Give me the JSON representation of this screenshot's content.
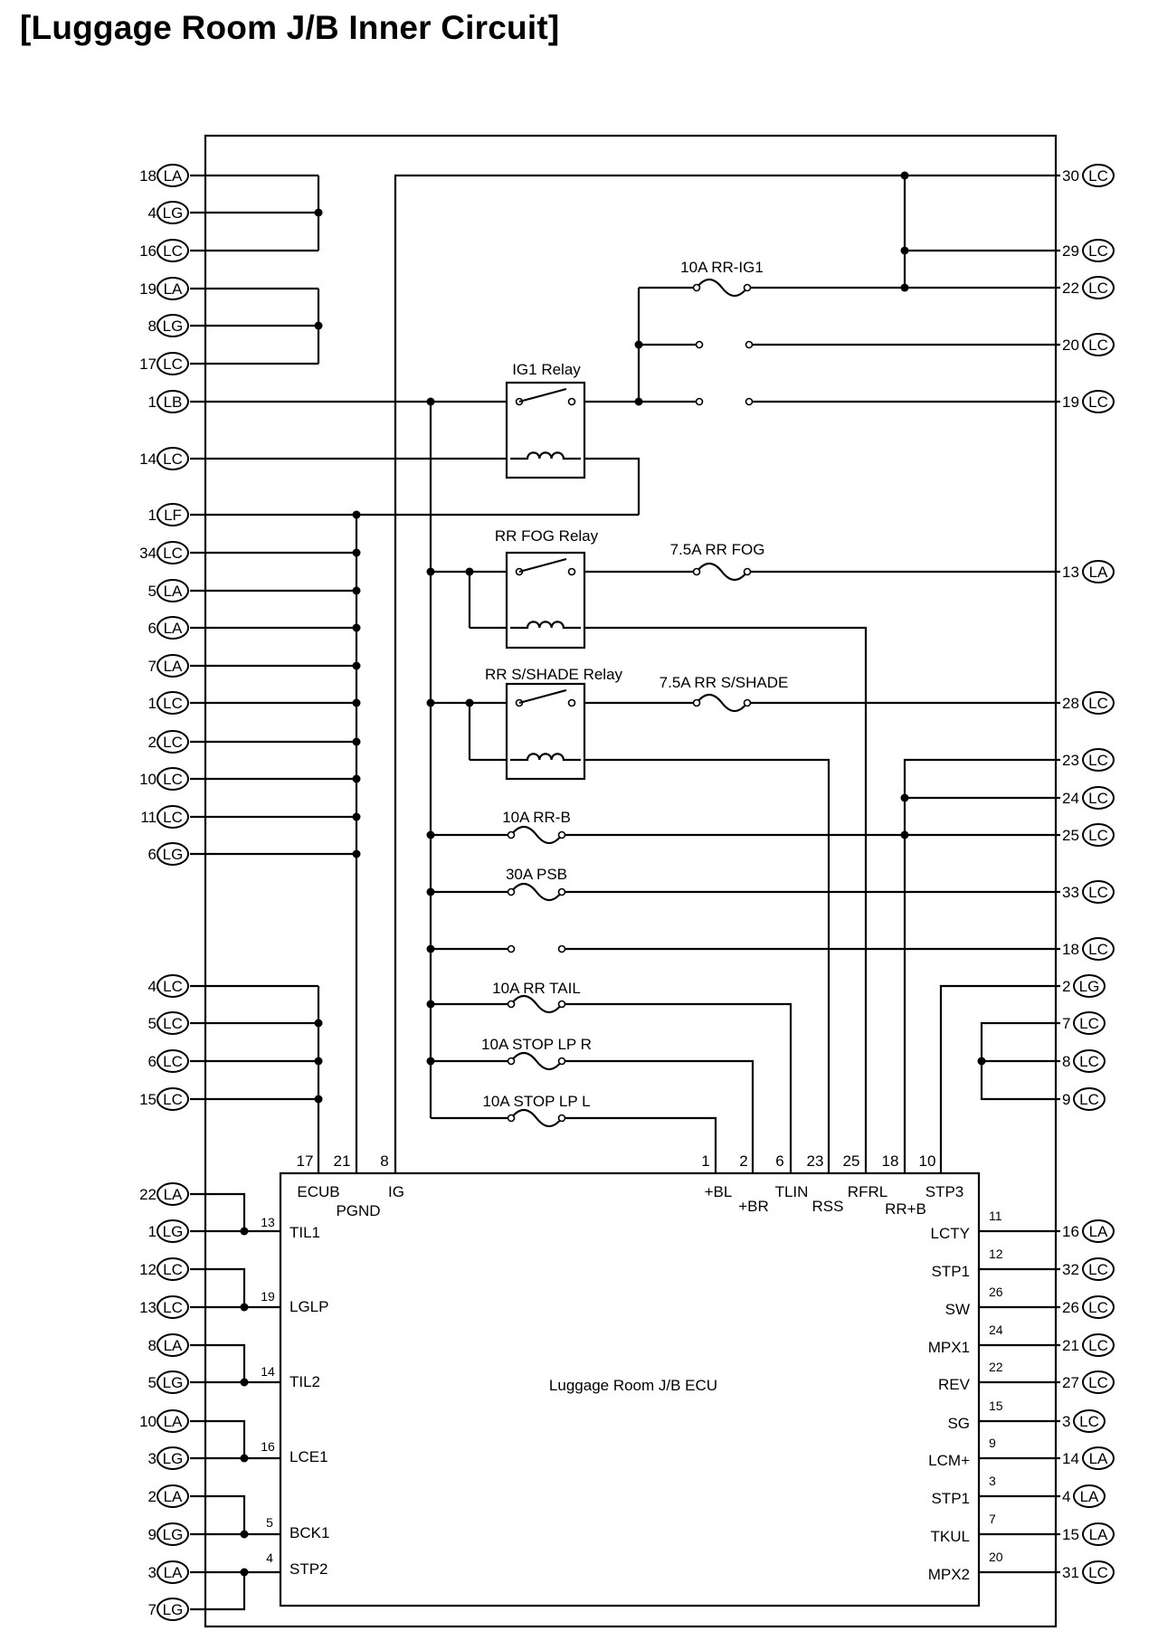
{
  "title": "[Luggage Room J/B Inner Circuit]",
  "ecu_label": "Luggage Room J/B ECU",
  "relays": {
    "ig1": "IG1 Relay",
    "fog": "RR FOG Relay",
    "shade": "RR S/SHADE Relay"
  },
  "fuses": {
    "rr_ig1": "10A RR-IG1",
    "rr_fog": "7.5A RR FOG",
    "rr_shade": "7.5A RR S/SHADE",
    "rr_b": "10A RR-B",
    "psb": "30A PSB",
    "rr_tail": "10A RR TAIL",
    "stop_r": "10A STOP LP R",
    "stop_l": "10A STOP LP L"
  },
  "left_connectors": [
    {
      "pin": "18",
      "conn": "LA"
    },
    {
      "pin": "4",
      "conn": "LG"
    },
    {
      "pin": "16",
      "conn": "LC"
    },
    {
      "pin": "19",
      "conn": "LA"
    },
    {
      "pin": "8",
      "conn": "LG"
    },
    {
      "pin": "17",
      "conn": "LC"
    },
    {
      "pin": "1",
      "conn": "LB"
    },
    {
      "pin": "14",
      "conn": "LC"
    },
    {
      "pin": "1",
      "conn": "LF"
    },
    {
      "pin": "34",
      "conn": "LC"
    },
    {
      "pin": "5",
      "conn": "LA"
    },
    {
      "pin": "6",
      "conn": "LA"
    },
    {
      "pin": "7",
      "conn": "LA"
    },
    {
      "pin": "1",
      "conn": "LC"
    },
    {
      "pin": "2",
      "conn": "LC"
    },
    {
      "pin": "10",
      "conn": "LC"
    },
    {
      "pin": "11",
      "conn": "LC"
    },
    {
      "pin": "6",
      "conn": "LG"
    },
    {
      "pin": "4",
      "conn": "LC"
    },
    {
      "pin": "5",
      "conn": "LC"
    },
    {
      "pin": "6",
      "conn": "LC"
    },
    {
      "pin": "15",
      "conn": "LC"
    },
    {
      "pin": "22",
      "conn": "LA"
    },
    {
      "pin": "1",
      "conn": "LG"
    },
    {
      "pin": "12",
      "conn": "LC"
    },
    {
      "pin": "13",
      "conn": "LC"
    },
    {
      "pin": "8",
      "conn": "LA"
    },
    {
      "pin": "5",
      "conn": "LG"
    },
    {
      "pin": "10",
      "conn": "LA"
    },
    {
      "pin": "3",
      "conn": "LG"
    },
    {
      "pin": "2",
      "conn": "LA"
    },
    {
      "pin": "9",
      "conn": "LG"
    },
    {
      "pin": "3",
      "conn": "LA"
    },
    {
      "pin": "7",
      "conn": "LG"
    }
  ],
  "right_connectors": [
    {
      "pin": "30",
      "conn": "LC"
    },
    {
      "pin": "29",
      "conn": "LC"
    },
    {
      "pin": "22",
      "conn": "LC"
    },
    {
      "pin": "20",
      "conn": "LC"
    },
    {
      "pin": "19",
      "conn": "LC"
    },
    {
      "pin": "13",
      "conn": "LA"
    },
    {
      "pin": "28",
      "conn": "LC"
    },
    {
      "pin": "23",
      "conn": "LC"
    },
    {
      "pin": "24",
      "conn": "LC"
    },
    {
      "pin": "25",
      "conn": "LC"
    },
    {
      "pin": "33",
      "conn": "LC"
    },
    {
      "pin": "18",
      "conn": "LC"
    },
    {
      "pin": "2",
      "conn": "LG"
    },
    {
      "pin": "7",
      "conn": "LC"
    },
    {
      "pin": "8",
      "conn": "LC"
    },
    {
      "pin": "9",
      "conn": "LC"
    },
    {
      "pin": "16",
      "conn": "LA"
    },
    {
      "pin": "32",
      "conn": "LC"
    },
    {
      "pin": "26",
      "conn": "LC"
    },
    {
      "pin": "21",
      "conn": "LC"
    },
    {
      "pin": "27",
      "conn": "LC"
    },
    {
      "pin": "3",
      "conn": "LC"
    },
    {
      "pin": "14",
      "conn": "LA"
    },
    {
      "pin": "4",
      "conn": "LA"
    },
    {
      "pin": "15",
      "conn": "LA"
    },
    {
      "pin": "31",
      "conn": "LC"
    }
  ],
  "ecu_top_pins": [
    {
      "num": "17",
      "label": "ECUB"
    },
    {
      "num": "21",
      "label": "PGND"
    },
    {
      "num": "8",
      "label": "IG"
    },
    {
      "num": "1",
      "label": "+BL"
    },
    {
      "num": "2",
      "label": "+BR"
    },
    {
      "num": "6",
      "label": "TLIN"
    },
    {
      "num": "23",
      "label": "RSS"
    },
    {
      "num": "25",
      "label": "RFRL"
    },
    {
      "num": "18",
      "label": "RR+B"
    },
    {
      "num": "10",
      "label": "STP3"
    }
  ],
  "ecu_left_pins": [
    {
      "num": "13",
      "label": "TIL1"
    },
    {
      "num": "19",
      "label": "LGLP"
    },
    {
      "num": "14",
      "label": "TIL2"
    },
    {
      "num": "16",
      "label": "LCE1"
    },
    {
      "num": "5",
      "label": "BCK1"
    },
    {
      "num": "4",
      "label": "STP2"
    }
  ],
  "ecu_right_pins": [
    {
      "num": "11",
      "label": "LCTY"
    },
    {
      "num": "12",
      "label": "STP1"
    },
    {
      "num": "26",
      "label": "SW"
    },
    {
      "num": "24",
      "label": "MPX1"
    },
    {
      "num": "22",
      "label": "REV"
    },
    {
      "num": "15",
      "label": "SG"
    },
    {
      "num": "9",
      "label": "LCM+"
    },
    {
      "num": "3",
      "label": "STP1"
    },
    {
      "num": "7",
      "label": "TKUL"
    },
    {
      "num": "20",
      "label": "MPX2"
    }
  ]
}
